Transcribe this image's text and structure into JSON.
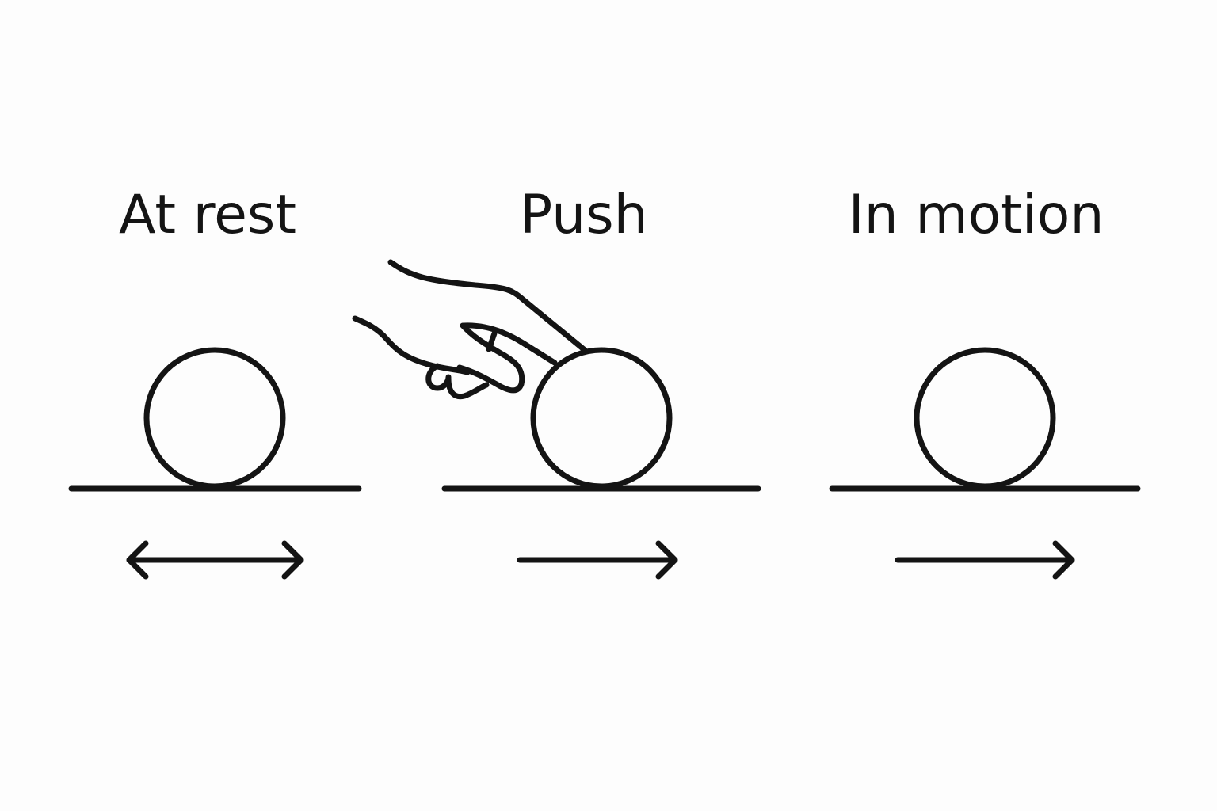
{
  "diagram": {
    "panels": [
      {
        "title": "At rest",
        "arrow": "double-arrow"
      },
      {
        "title": "Push",
        "arrow": "right-arrow",
        "actor": "hand-icon"
      },
      {
        "title": "In motion",
        "arrow": "right-arrow"
      }
    ],
    "colors": {
      "background": "#fdfdfd",
      "ink": "#141414"
    }
  }
}
